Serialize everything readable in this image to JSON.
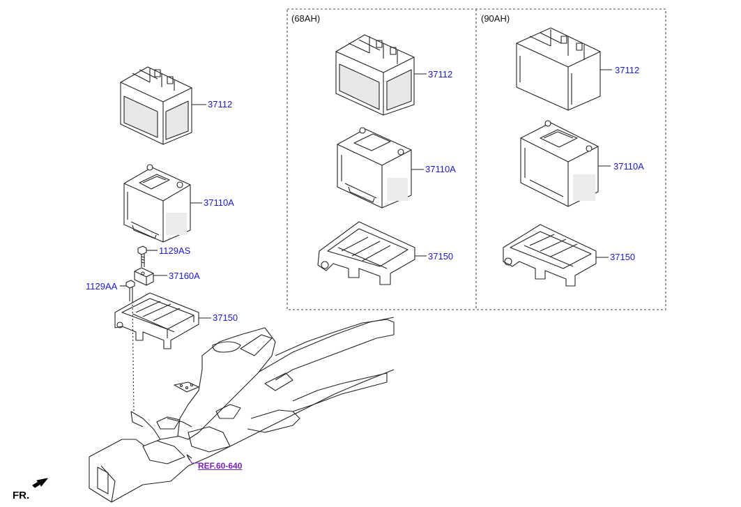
{
  "variants": {
    "left_header": "(68AH)",
    "right_header": "(90AH)"
  },
  "parts": {
    "tray_cover_main": "37112",
    "battery_main": "37110A",
    "bolt_top": "1129AS",
    "bracket": "37160A",
    "bolt_side": "1129AA",
    "tray_main": "37150",
    "tray_cover_68": "37112",
    "battery_68": "37110A",
    "tray_68": "37150",
    "tray_cover_90": "37112",
    "battery_90": "37110A",
    "tray_90": "37150"
  },
  "reference": "REF.60-640",
  "orientation": "FR.",
  "icons": {
    "front_arrow": "arrow-icon"
  },
  "colors": {
    "label": "#1a1ad0",
    "reference": "#7a1fb8",
    "line": "#222222"
  }
}
